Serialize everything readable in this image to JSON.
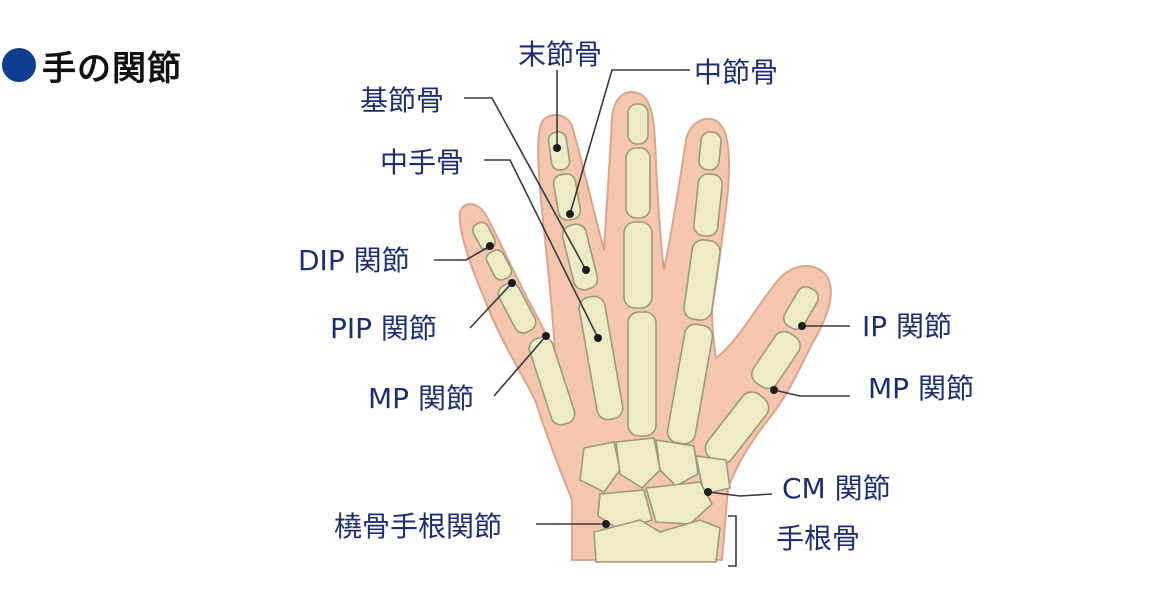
{
  "title": "●手の関節",
  "title_text": "手の関節",
  "colors": {
    "title_dot": "#0e3c8e",
    "label": "#1d2f6f",
    "skin": "#f4c6ae",
    "bone": "#ecebc6"
  },
  "labels": {
    "distal_phalanx": "末節骨",
    "middle_phalanx": "中節骨",
    "proximal_phalanx": "基節骨",
    "metacarpal": "中手骨",
    "dip_joint": "DIP 関節",
    "pip_joint": "PIP 関節",
    "mp_joint_finger": "MP 関節",
    "ip_joint": "IP 関節",
    "mp_joint_thumb": "MP 関節",
    "cm_joint": "CM 関節",
    "radiocarpal_joint": "橈骨手根関節",
    "carpal_bones": "手根骨"
  }
}
